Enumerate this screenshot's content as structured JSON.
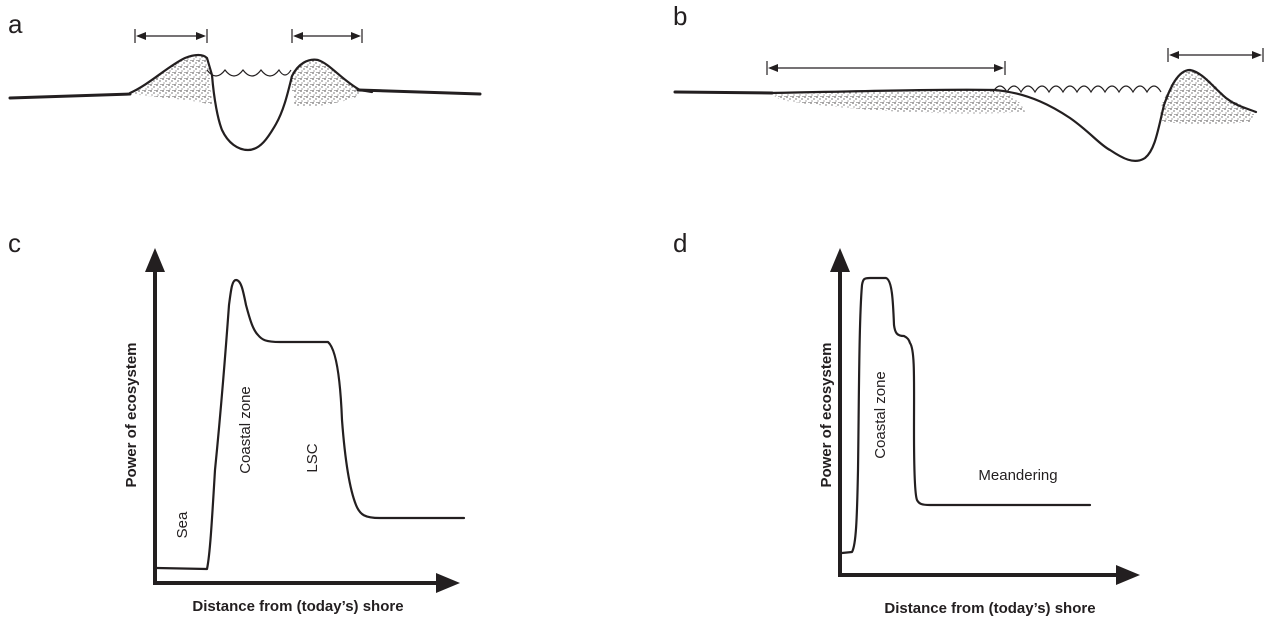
{
  "panels": {
    "a": {
      "letter": "a"
    },
    "b": {
      "letter": "b"
    },
    "c": {
      "letter": "c",
      "y_axis_title": "Power of ecosystem",
      "x_axis_title": "Distance from (today’s) shore",
      "zone_labels": {
        "sea": "Sea",
        "coastal": "Coastal zone",
        "lsc": "LSC"
      }
    },
    "d": {
      "letter": "d",
      "y_axis_title": "Power of ecosystem",
      "x_axis_title": "Distance from (today’s) shore",
      "zone_labels": {
        "coastal": "Coastal zone",
        "meandering": "Meandering"
      }
    }
  },
  "colors": {
    "ink": "#231f20",
    "background": "#ffffff"
  }
}
